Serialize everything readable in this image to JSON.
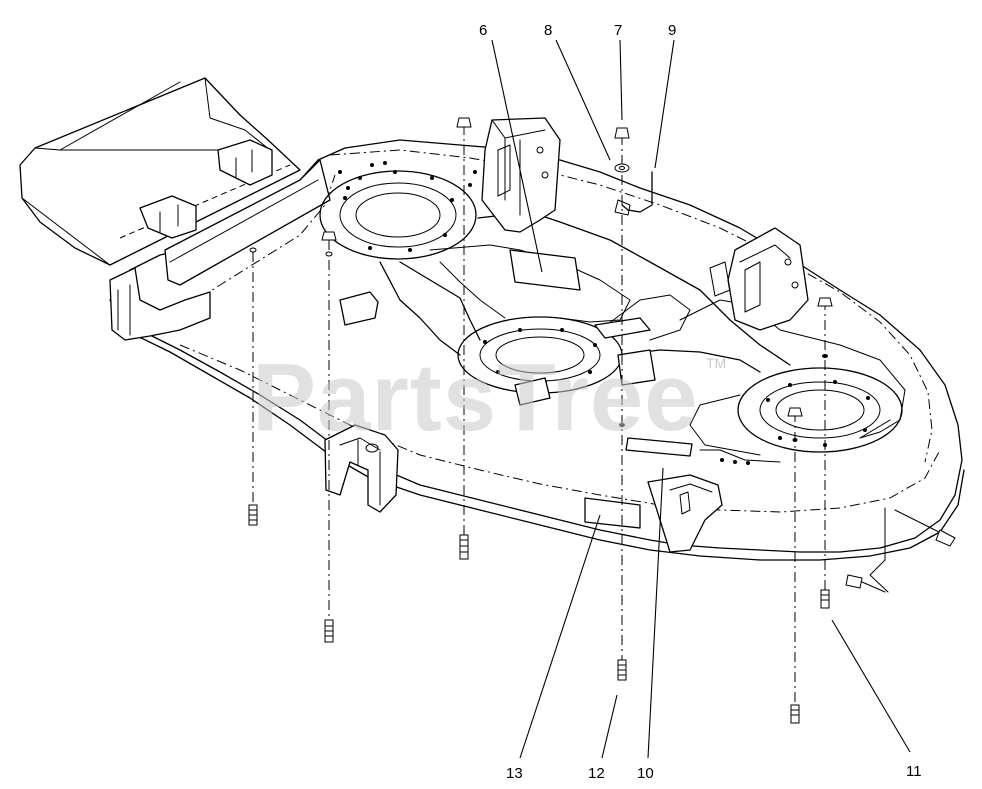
{
  "watermark": {
    "text": "PartsTree",
    "mark": "TM"
  },
  "callouts": [
    {
      "id": "6",
      "label": "6"
    },
    {
      "id": "8",
      "label": "8"
    },
    {
      "id": "7",
      "label": "7"
    },
    {
      "id": "9",
      "label": "9"
    },
    {
      "id": "13",
      "label": "13"
    },
    {
      "id": "12",
      "label": "12"
    },
    {
      "id": "10",
      "label": "10"
    },
    {
      "id": "11",
      "label": "11"
    }
  ]
}
